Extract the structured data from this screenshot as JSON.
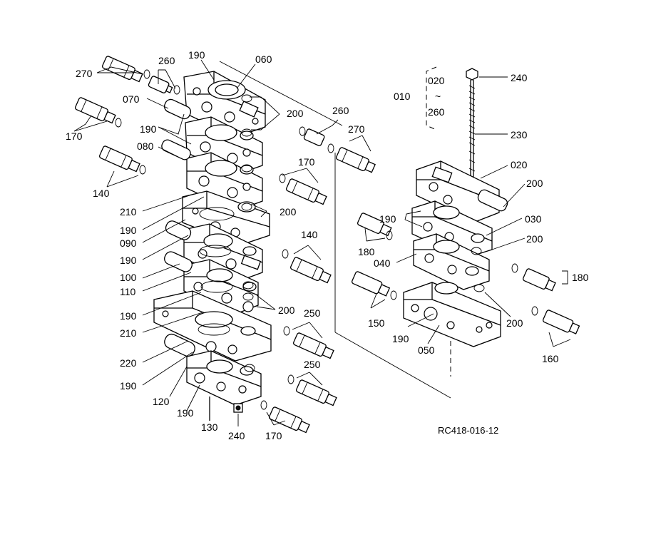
{
  "diagram": {
    "drawing_code": "RC418-016-12",
    "range_group": {
      "main": "010",
      "from": "020",
      "tilde": "~",
      "to": "260"
    },
    "labels": [
      "270",
      "260",
      "190",
      "060",
      "070",
      "200",
      "260",
      "170",
      "190",
      "270",
      "080",
      "170",
      "140",
      "210",
      "200",
      "190",
      "090",
      "140",
      "190",
      "100",
      "110",
      "190",
      "200",
      "250",
      "210",
      "220",
      "190",
      "250",
      "120",
      "190",
      "130",
      "240",
      "170",
      "240",
      "230",
      "020",
      "200",
      "190",
      "030",
      "180",
      "200",
      "040",
      "180",
      "150",
      "190",
      "050",
      "200",
      "160"
    ]
  }
}
